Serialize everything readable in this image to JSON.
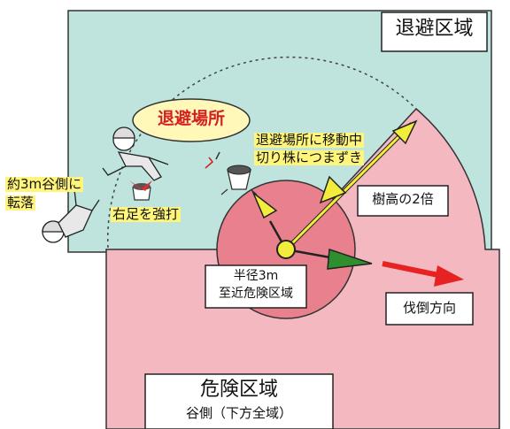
{
  "labels": {
    "safe_zone": "退避区域",
    "refuge": "退避場所",
    "move_line1": "退避場所に移動中",
    "move_line2": "切り株につまずき",
    "fall_line1": "約3m谷側に",
    "fall_line2": "転落",
    "foot": "右足を強打",
    "tree_height": "樹高の2倍",
    "radius_line1": "半径3m",
    "radius_line2": "至近危険区域",
    "fell_direction": "伐倒方向",
    "danger_title": "危険区域",
    "danger_sub": "谷側（下方全域）"
  },
  "colors": {
    "safe_zone": "#bfe3dd",
    "danger_zone": "#f4b8c0",
    "near_zone": "#e9808e",
    "arrow_yellow": "#f2ec3c",
    "arrow_green": "#2f8f2f",
    "arrow_red": "#e62222",
    "highlight": "#fff57a",
    "refuge_text": "#d42020"
  }
}
